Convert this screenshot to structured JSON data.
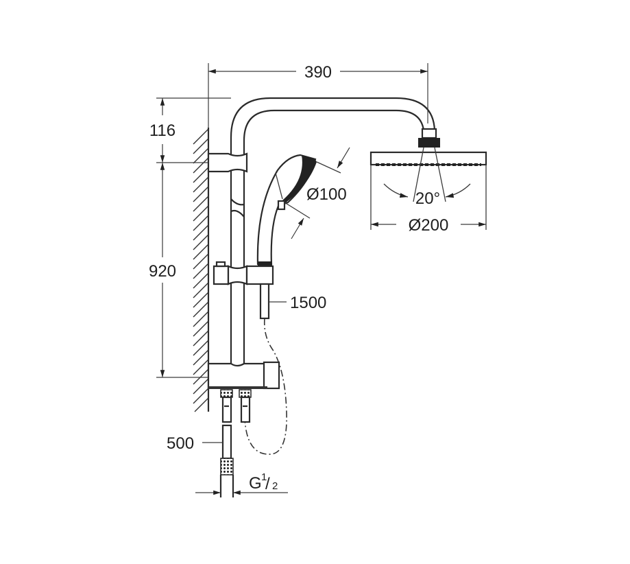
{
  "drawing": {
    "title": "Shower system dimensional drawing",
    "colors": {
      "line": "#2a2a2a",
      "background": "#ffffff"
    },
    "dimensions": {
      "arm_projection": "390",
      "top_offset": "116",
      "rail_length": "920",
      "hand_shower_diameter": "Ø100",
      "head_shower_diameter": "Ø200",
      "head_tilt_angle": "20°",
      "hose_length": "1500",
      "supply_hose_length": "500",
      "connection_thread_main": "G",
      "connection_thread_num": "1",
      "connection_thread_den": "2"
    }
  }
}
